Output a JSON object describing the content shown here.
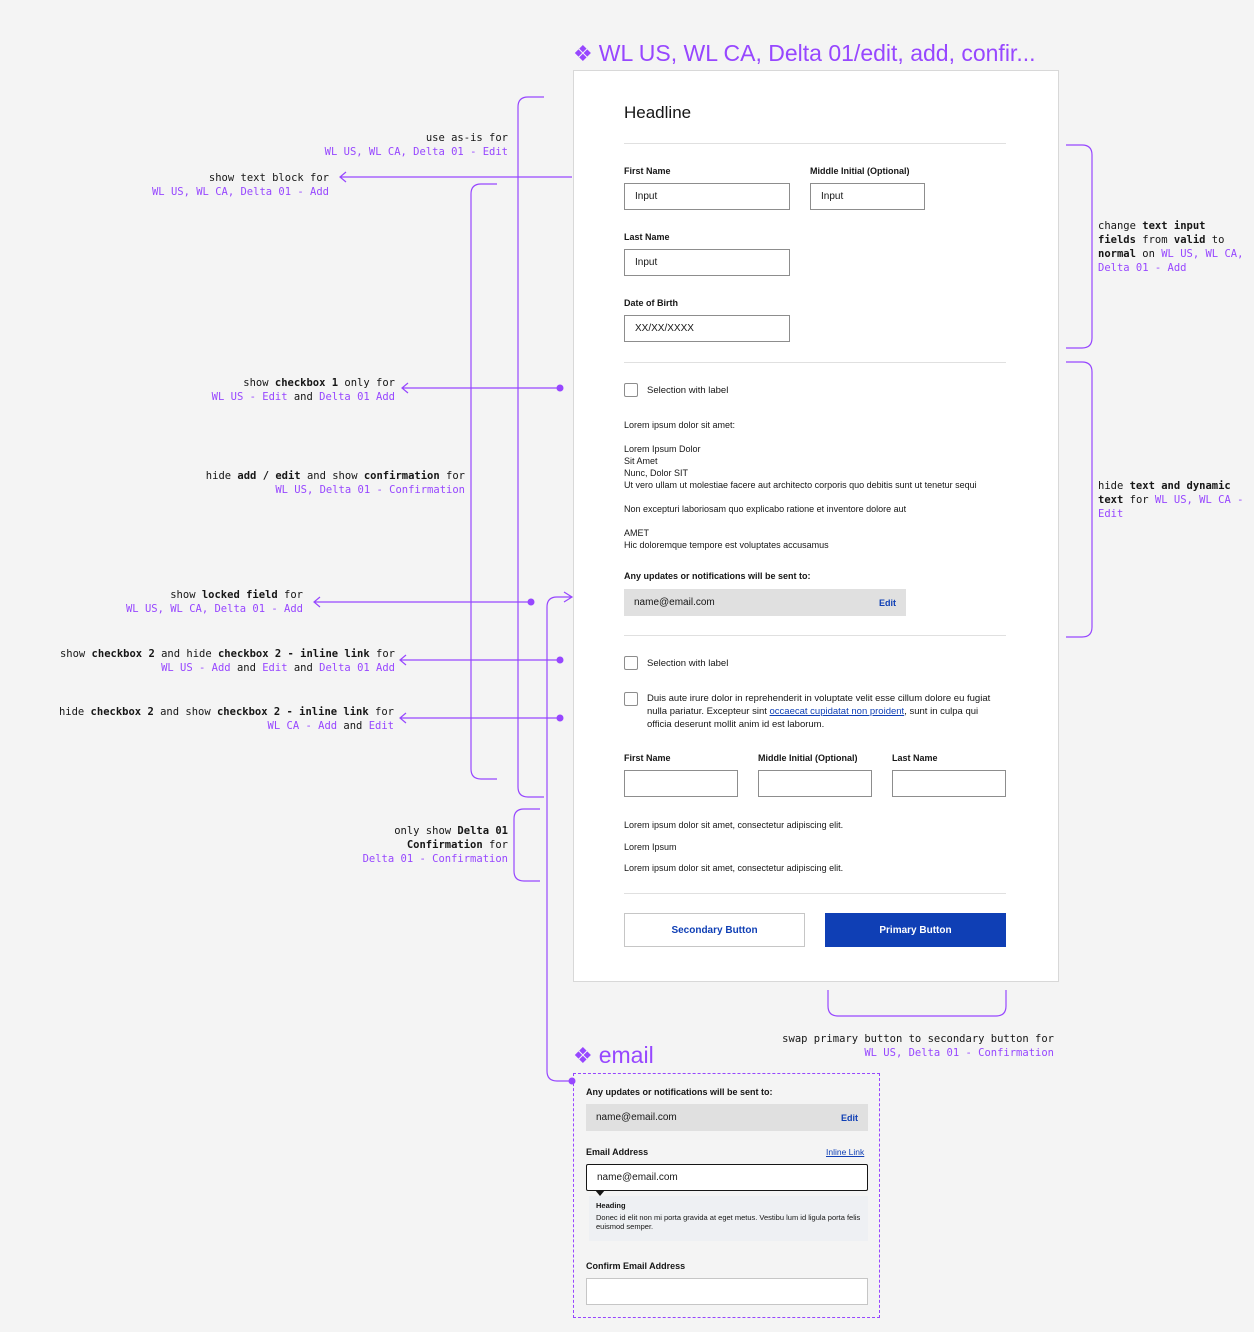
{
  "main_frame": {
    "title": "WL US, WL CA, Delta 01/edit, add, confir...",
    "headline": "Headline",
    "first_name_label": "First Name",
    "first_name_value": "Input",
    "middle_initial_label": "Middle Initial (Optional)",
    "middle_initial_value": "Input",
    "last_name_label": "Last Name",
    "last_name_value": "Input",
    "dob_label": "Date of Birth",
    "dob_value": "XX/XX/XXXX",
    "checkbox1_label": "Selection with label",
    "text_block": {
      "intro": "Lorem ipsum dolor sit amet:",
      "line1": "Lorem Ipsum Dolor",
      "line2": "Sit Amet",
      "line3": "Nunc, Dolor SIT",
      "line4": "Ut vero ullam ut molestiae facere aut architecto corporis quo debitis sunt ut tenetur sequi",
      "para2": "Non excepturi laboriosam quo explicabo ratione et inventore dolore aut",
      "line5": "AMET",
      "line6": "Hic doloremque tempore est voluptates accusamus"
    },
    "notifications_label": "Any updates or notifications will be sent to:",
    "locked_email": "name@email.com",
    "locked_edit": "Edit",
    "checkbox2_label": "Selection with label",
    "checkbox3_text_before": "Duis aute irure dolor in reprehenderit in voluptate velit esse cillum dolore eu fugiat nulla pariatur. Excepteur sint ",
    "checkbox3_link": "occaecat cupidatat non proident",
    "checkbox3_text_after": ", sunt in culpa qui officia deserunt mollit anim id est laborum.",
    "conf_first_name_label": "First Name",
    "conf_middle_label": "Middle Initial (Optional)",
    "conf_last_name_label": "Last Name",
    "conf_text1": "Lorem ipsum dolor sit amet, consectetur adipiscing elit.",
    "conf_text2": "Lorem Ipsum",
    "conf_text3": "Lorem ipsum dolor sit amet, consectetur adipiscing elit.",
    "secondary_button": "Secondary Button",
    "primary_button": "Primary Button"
  },
  "email_frame": {
    "title": "email",
    "notifications_label": "Any updates or notifications will be sent to:",
    "locked_email": "name@email.com",
    "locked_edit": "Edit",
    "email_label": "Email Address",
    "inline_link": "Inline Link",
    "email_value": "name@email.com",
    "tooltip_heading": "Heading",
    "tooltip_body": "Donec id elit non mi porta gravida at eget metus. Vestibu lum id ligula porta felis euismod semper.",
    "confirm_label": "Confirm Email Address"
  },
  "annotations": {
    "a1_text": "use as-is for",
    "a1_target": "WL US, WL CA, Delta 01 - Edit",
    "a2_text": "show text block for",
    "a2_target": "WL US, WL CA, Delta 01 - Add",
    "a3_pre": "show ",
    "a3_bold": "checkbox 1",
    "a3_post": " only for",
    "a3_t1": "WL US - Edit",
    "a3_and": " and ",
    "a3_t2": "Delta 01 Add",
    "a4_pre": "hide ",
    "a4_bold1": "add / edit",
    "a4_mid": " and show ",
    "a4_bold2": "confirmation",
    "a4_post": " for",
    "a4_target": "WL US, Delta 01 - Confirmation",
    "a5_pre": "show ",
    "a5_bold": "locked field",
    "a5_post": " for",
    "a5_target": "WL US, WL CA, Delta 01 - Add",
    "a6_pre": "show ",
    "a6_bold1": "checkbox 2",
    "a6_mid": " and hide ",
    "a6_bold2": "checkbox 2 - inline link",
    "a6_post": " for",
    "a6_t1": "WL US - Add",
    "a6_and1": " and ",
    "a6_t2": "Edit",
    "a6_and2": " and ",
    "a6_t3": "Delta 01 Add",
    "a7_pre": "hide ",
    "a7_bold1": "checkbox 2",
    "a7_mid": " and show ",
    "a7_bold2": "checkbox 2 - inline link",
    "a7_post": " for",
    "a7_t1": "WL CA - Add",
    "a7_and": " and ",
    "a7_t2": "Edit",
    "a8_pre": "only show ",
    "a8_bold1": "Delta 01",
    "a8_bold2": "Confirmation",
    "a8_post": " for",
    "a8_target": "Delta 01 - Confirmation",
    "r1_w1": "change ",
    "r1_b1": "text input",
    "r1_b2": "fields",
    "r1_w2": " from ",
    "r1_b3": "valid",
    "r1_w3": " to",
    "r1_b4": "normal",
    "r1_w4": " on ",
    "r1_t1": "WL US, WL CA,",
    "r1_t2": "Delta 01 - Add",
    "r2_w1": "hide ",
    "r2_b1": "text and dynamic",
    "r2_b2": "text",
    "r2_w2": " for ",
    "r2_t1": "WL US, WL CA -",
    "r2_t2": "Edit",
    "b1_text": "swap primary button to secondary button for",
    "b1_target": "WL US, Delta 01 - Confirmation"
  },
  "colors": {
    "accent": "#9747ff",
    "primary": "#0f3fb5"
  }
}
